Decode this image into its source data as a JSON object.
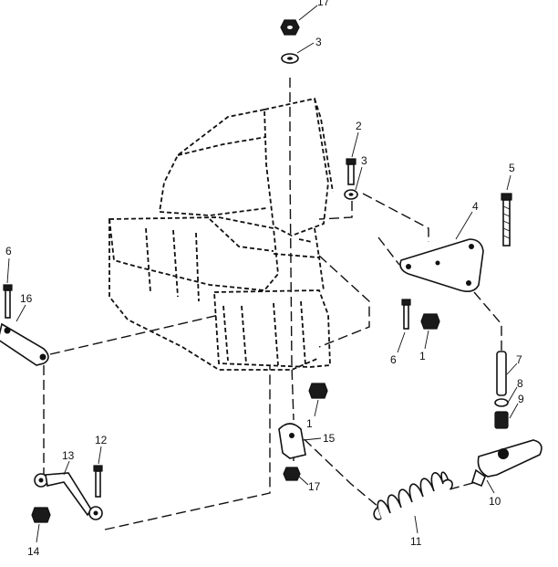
{
  "diagram": {
    "callouts": [
      "17",
      "3",
      "2",
      "3",
      "5",
      "4",
      "6",
      "16",
      "6",
      "1",
      "7",
      "8",
      "9",
      "1",
      "15",
      "12",
      "13",
      "17",
      "10",
      "11",
      "14"
    ]
  }
}
